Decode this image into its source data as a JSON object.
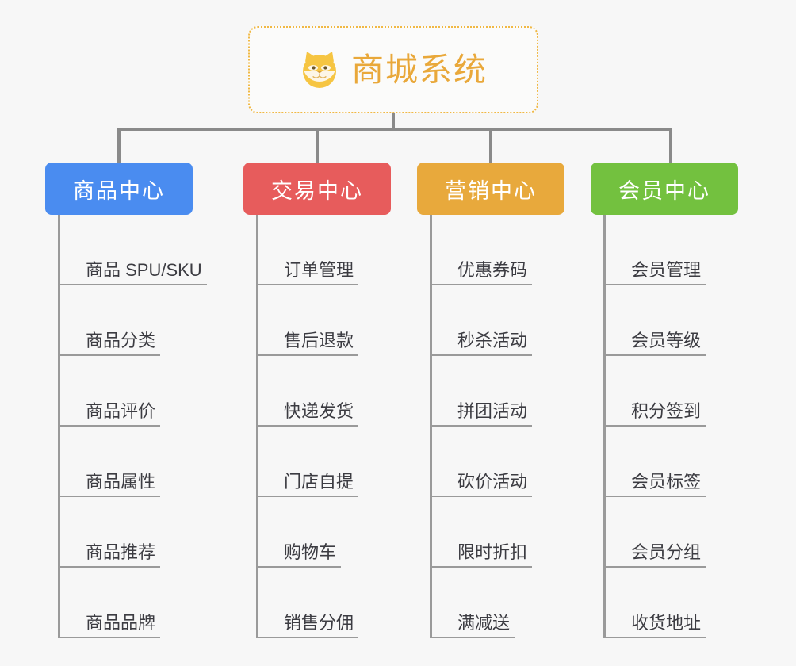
{
  "root": {
    "title": "商城系统",
    "icon": "shiba-dog-mascot-icon",
    "accent_color": "#e9a83a",
    "border_color": "#f0b844",
    "background": "#fbfbfa"
  },
  "canvas": {
    "background": "#f7f7f7",
    "connector_color": "#8a8a8a"
  },
  "columns": [
    {
      "id": "product-center",
      "title": "商品中心",
      "color": "#4a8cf0",
      "items": [
        "商品 SPU/SKU",
        "商品分类",
        "商品评价",
        "商品属性",
        "商品推荐",
        "商品品牌"
      ]
    },
    {
      "id": "trade-center",
      "title": "交易中心",
      "color": "#e75c5c",
      "items": [
        "订单管理",
        "售后退款",
        "快递发货",
        "门店自提",
        "购物车",
        "销售分佣"
      ]
    },
    {
      "id": "marketing-center",
      "title": "营销中心",
      "color": "#e8a93c",
      "items": [
        "优惠券码",
        "秒杀活动",
        "拼团活动",
        "砍价活动",
        "限时折扣",
        "满减送"
      ]
    },
    {
      "id": "member-center",
      "title": "会员中心",
      "color": "#73c13f",
      "items": [
        "会员管理",
        "会员等级",
        "积分签到",
        "会员标签",
        "会员分组",
        "收货地址"
      ]
    }
  ]
}
